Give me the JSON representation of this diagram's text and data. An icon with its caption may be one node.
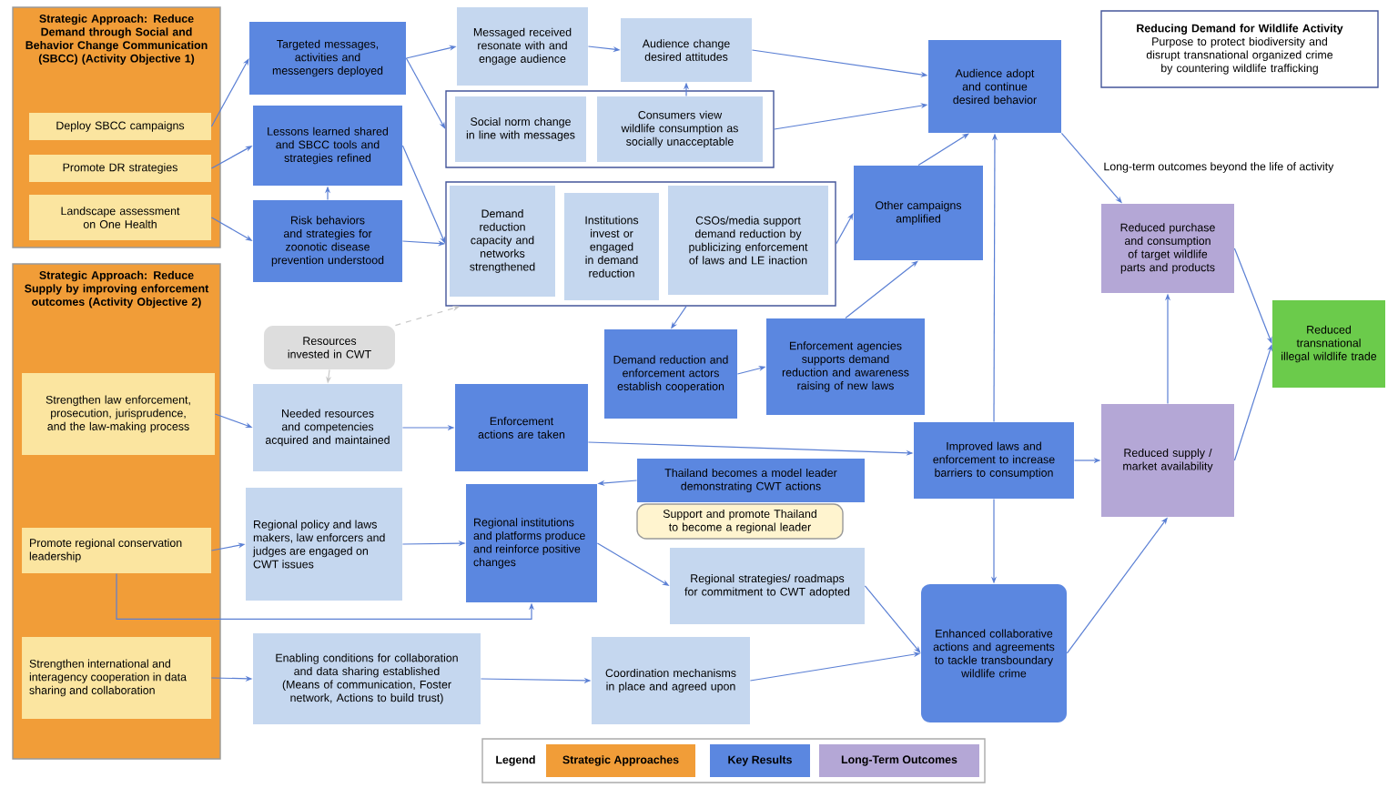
{
  "diagram": {
    "nodes": [
      {
        "text": [
          "Strategic Approach: Reduce Demand through Social and Behavior Change Communication (SBCC) (Activity Objective 1)"
        ]
      },
      {
        "text": [
          "Deploy SBCC campaigns"
        ],
        "in": 0
      },
      {
        "text": [
          "Promote DR strategies"
        ],
        "in": 0
      },
      {
        "text": [
          "Landscape assessment on One Health"
        ],
        "in": 0
      },
      {
        "text": [
          "Strategic Approach: Reduce Supply by improving enforcement outcomes (Activity Objective 2)"
        ]
      },
      {
        "text": [
          "Strengthen law enforcement, prosecution, jurisprudence, and the law-making process"
        ],
        "in": 4
      },
      {
        "text": [
          "Promote regional conservation leadership"
        ],
        "in": 4
      },
      {
        "text": [
          "Strengthen international and interagency cooperation in data sharing and collaboration"
        ],
        "in": 4
      },
      {
        "text": [
          "Targeted messages, activities and messengers deployed"
        ]
      },
      {
        "text": [
          "Lessons learned shared and SBCC tools and strategies refined"
        ]
      },
      {
        "text": [
          "Risk behaviors and strategies for zoonotic disease prevention understood"
        ]
      },
      {
        "text": [
          "Messaged received resonate with and engage audience"
        ]
      },
      {
        "text": [
          "Audience change desired attitudes"
        ]
      },
      {
        "text": [],
        "shape": "box"
      },
      {
        "text": [
          "Social norm change in line with messages"
        ],
        "in": 13
      },
      {
        "text": [
          "Consumers view wildlife consumption as socially unacceptable"
        ],
        "in": 13
      },
      {
        "text": [],
        "shape": "box"
      },
      {
        "text": [
          "Demand reduction capacity and networks strengthened"
        ],
        "in": 16
      },
      {
        "text": [
          "Institutions invest or engaged in demand reduction"
        ],
        "in": 16
      },
      {
        "text": [
          "CSOs/media support demand reduction by publicizing enforcement of laws and LE inaction"
        ],
        "in": 16
      },
      {
        "text": [
          "Other campaigns amplified"
        ]
      },
      {
        "text": [
          "Audience adopt and continue desired behavior"
        ]
      },
      {
        "text": [
          "Reducing Demand for Wildlife Activity",
          "Purpose to protect biodiversity and disrupt transnational organized crime by countering wildlife trafficking"
        ]
      },
      {
        "text": [
          "Resources invested in CWT"
        ]
      },
      {
        "text": [
          "Needed resources and competencies acquired and maintained"
        ]
      },
      {
        "text": [
          "Enforcement actions are taken"
        ]
      },
      {
        "text": [
          "Demand reduction and enforcement actors establish cooperation"
        ]
      },
      {
        "text": [
          "Enforcement agencies supports demand reduction and awareness raising of new laws"
        ]
      },
      {
        "text": [
          "Thailand becomes a model leader demonstrating CWT actions"
        ]
      },
      {
        "text": [
          "Support and promote Thailand to become a regional leader"
        ]
      },
      {
        "text": [
          "Regional policy and laws makers, law enforcers and  judges are engaged on CWT issues"
        ]
      },
      {
        "text": [
          "Regional institutions and platforms produce and reinforce positive changes"
        ]
      },
      {
        "text": [
          "Improved laws and enforcement to increase barriers to consumption"
        ]
      },
      {
        "text": [
          "Reduced supply / market availability"
        ]
      },
      {
        "text": [
          "Reduced purchase and consumption of target wildlife parts and products"
        ]
      },
      {
        "text": [
          "Reduced transnational illegal wildlife trade"
        ]
      },
      {
        "text": [
          "Regional strategies/ roadmaps for commitment to CWT adopted"
        ]
      },
      {
        "text": [
          "Enabling conditions for collaboration and data sharing established (Means of communication, Foster network, Actions to build trust)"
        ]
      },
      {
        "text": [
          "Coordination mechanisms in place and agreed upon"
        ]
      },
      {
        "text": [
          "Enhanced collaborative actions and agreements to tackle transboundary wildlife crime"
        ]
      }
    ],
    "edges": [
      {
        "from": 1,
        "to": 8,
        "arrow": "to"
      },
      {
        "from": 2,
        "to": 9,
        "arrow": "to"
      },
      {
        "from": 3,
        "to": 10,
        "arrow": "to"
      },
      {
        "from": 10,
        "to": 9,
        "arrow": "to"
      },
      {
        "from": 8,
        "to": 11,
        "arrow": "to"
      },
      {
        "from": 8,
        "to": 13,
        "arrow": "to"
      },
      {
        "from": 11,
        "to": 12,
        "arrow": "to"
      },
      {
        "from": 15,
        "to": 12,
        "arrow": "to"
      },
      {
        "from": 12,
        "to": 21,
        "arrow": "to"
      },
      {
        "from": 13,
        "to": 21,
        "arrow": "to"
      },
      {
        "from": 9,
        "to": 16,
        "arrow": "to"
      },
      {
        "from": 10,
        "to": 16,
        "arrow": "to"
      },
      {
        "from": 23,
        "to": 16,
        "arrow": "to",
        "style": "dashed",
        "color": "#c8c8c8"
      },
      {
        "from": 23,
        "to": 24,
        "arrow": "to",
        "color": "#c8c8c8"
      },
      {
        "from": 16,
        "to": 20,
        "arrow": "to"
      },
      {
        "from": 16,
        "to": 26,
        "arrow": "to"
      },
      {
        "from": 26,
        "to": 27,
        "arrow": "to"
      },
      {
        "from": 27,
        "to": 20,
        "arrow": "to"
      },
      {
        "from": 20,
        "to": 21,
        "arrow": "to"
      },
      {
        "from": 21,
        "to": 34,
        "arrow": "to"
      },
      {
        "from": 5,
        "to": 24,
        "arrow": "to"
      },
      {
        "from": 24,
        "to": 25,
        "arrow": "to"
      },
      {
        "from": 25,
        "to": 32,
        "arrow": "to"
      },
      {
        "from": 32,
        "to": 21,
        "arrow": "to"
      },
      {
        "from": 32,
        "to": 33,
        "arrow": "to"
      },
      {
        "from": 32,
        "to": 39,
        "arrow": "to"
      },
      {
        "from": 33,
        "to": 34,
        "arrow": "to"
      },
      {
        "from": 33,
        "to": 35,
        "arrow": "to"
      },
      {
        "from": 34,
        "to": 35,
        "arrow": "to"
      },
      {
        "from": 6,
        "to": 30,
        "arrow": "to"
      },
      {
        "from": 30,
        "to": 31,
        "arrow": "to"
      },
      {
        "from": 6,
        "to": 31,
        "arrow": "to"
      },
      {
        "from": 28,
        "to": 31,
        "arrow": "to"
      },
      {
        "from": 31,
        "to": 36,
        "arrow": "to"
      },
      {
        "from": 36,
        "to": 39,
        "arrow": "to"
      },
      {
        "from": 7,
        "to": 37,
        "arrow": "to"
      },
      {
        "from": 37,
        "to": 38,
        "arrow": "to"
      },
      {
        "from": 38,
        "to": 39,
        "arrow": "to"
      },
      {
        "from": 39,
        "to": 33,
        "arrow": "to"
      }
    ],
    "labels": [
      "Long-term outcomes beyond the life of activity",
      "Legend"
    ],
    "legend": [
      {
        "text": "Strategic Approaches",
        "color": "#f19d38"
      },
      {
        "text": "Key Results",
        "color": "#5b87e0"
      },
      {
        "text": "Long-Term Outcomes",
        "color": "#b4a7d6"
      }
    ]
  }
}
